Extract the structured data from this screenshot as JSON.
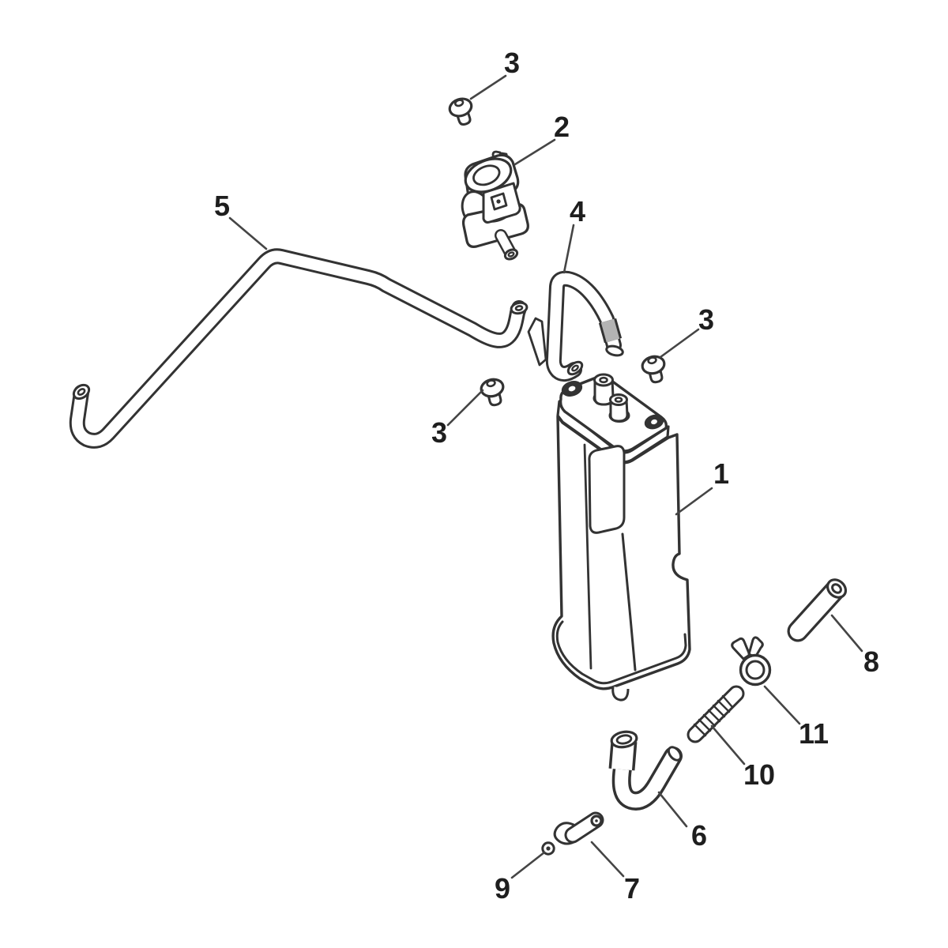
{
  "diagram": {
    "kind": "exploded-parts-diagram",
    "colors": {
      "background": "#ffffff",
      "line": "#333333",
      "leader": "#454545",
      "label": "#1e1e1e",
      "hose_collar": "#b3b3b3",
      "dark_fill": "#333333"
    },
    "callouts": [
      {
        "label": "3"
      },
      {
        "label": "2"
      },
      {
        "label": "5"
      },
      {
        "label": "4"
      },
      {
        "label": "3"
      },
      {
        "label": "3"
      },
      {
        "label": "1"
      },
      {
        "label": "8"
      },
      {
        "label": "11"
      },
      {
        "label": "10"
      },
      {
        "label": "6"
      },
      {
        "label": "7"
      },
      {
        "label": "9"
      }
    ]
  }
}
